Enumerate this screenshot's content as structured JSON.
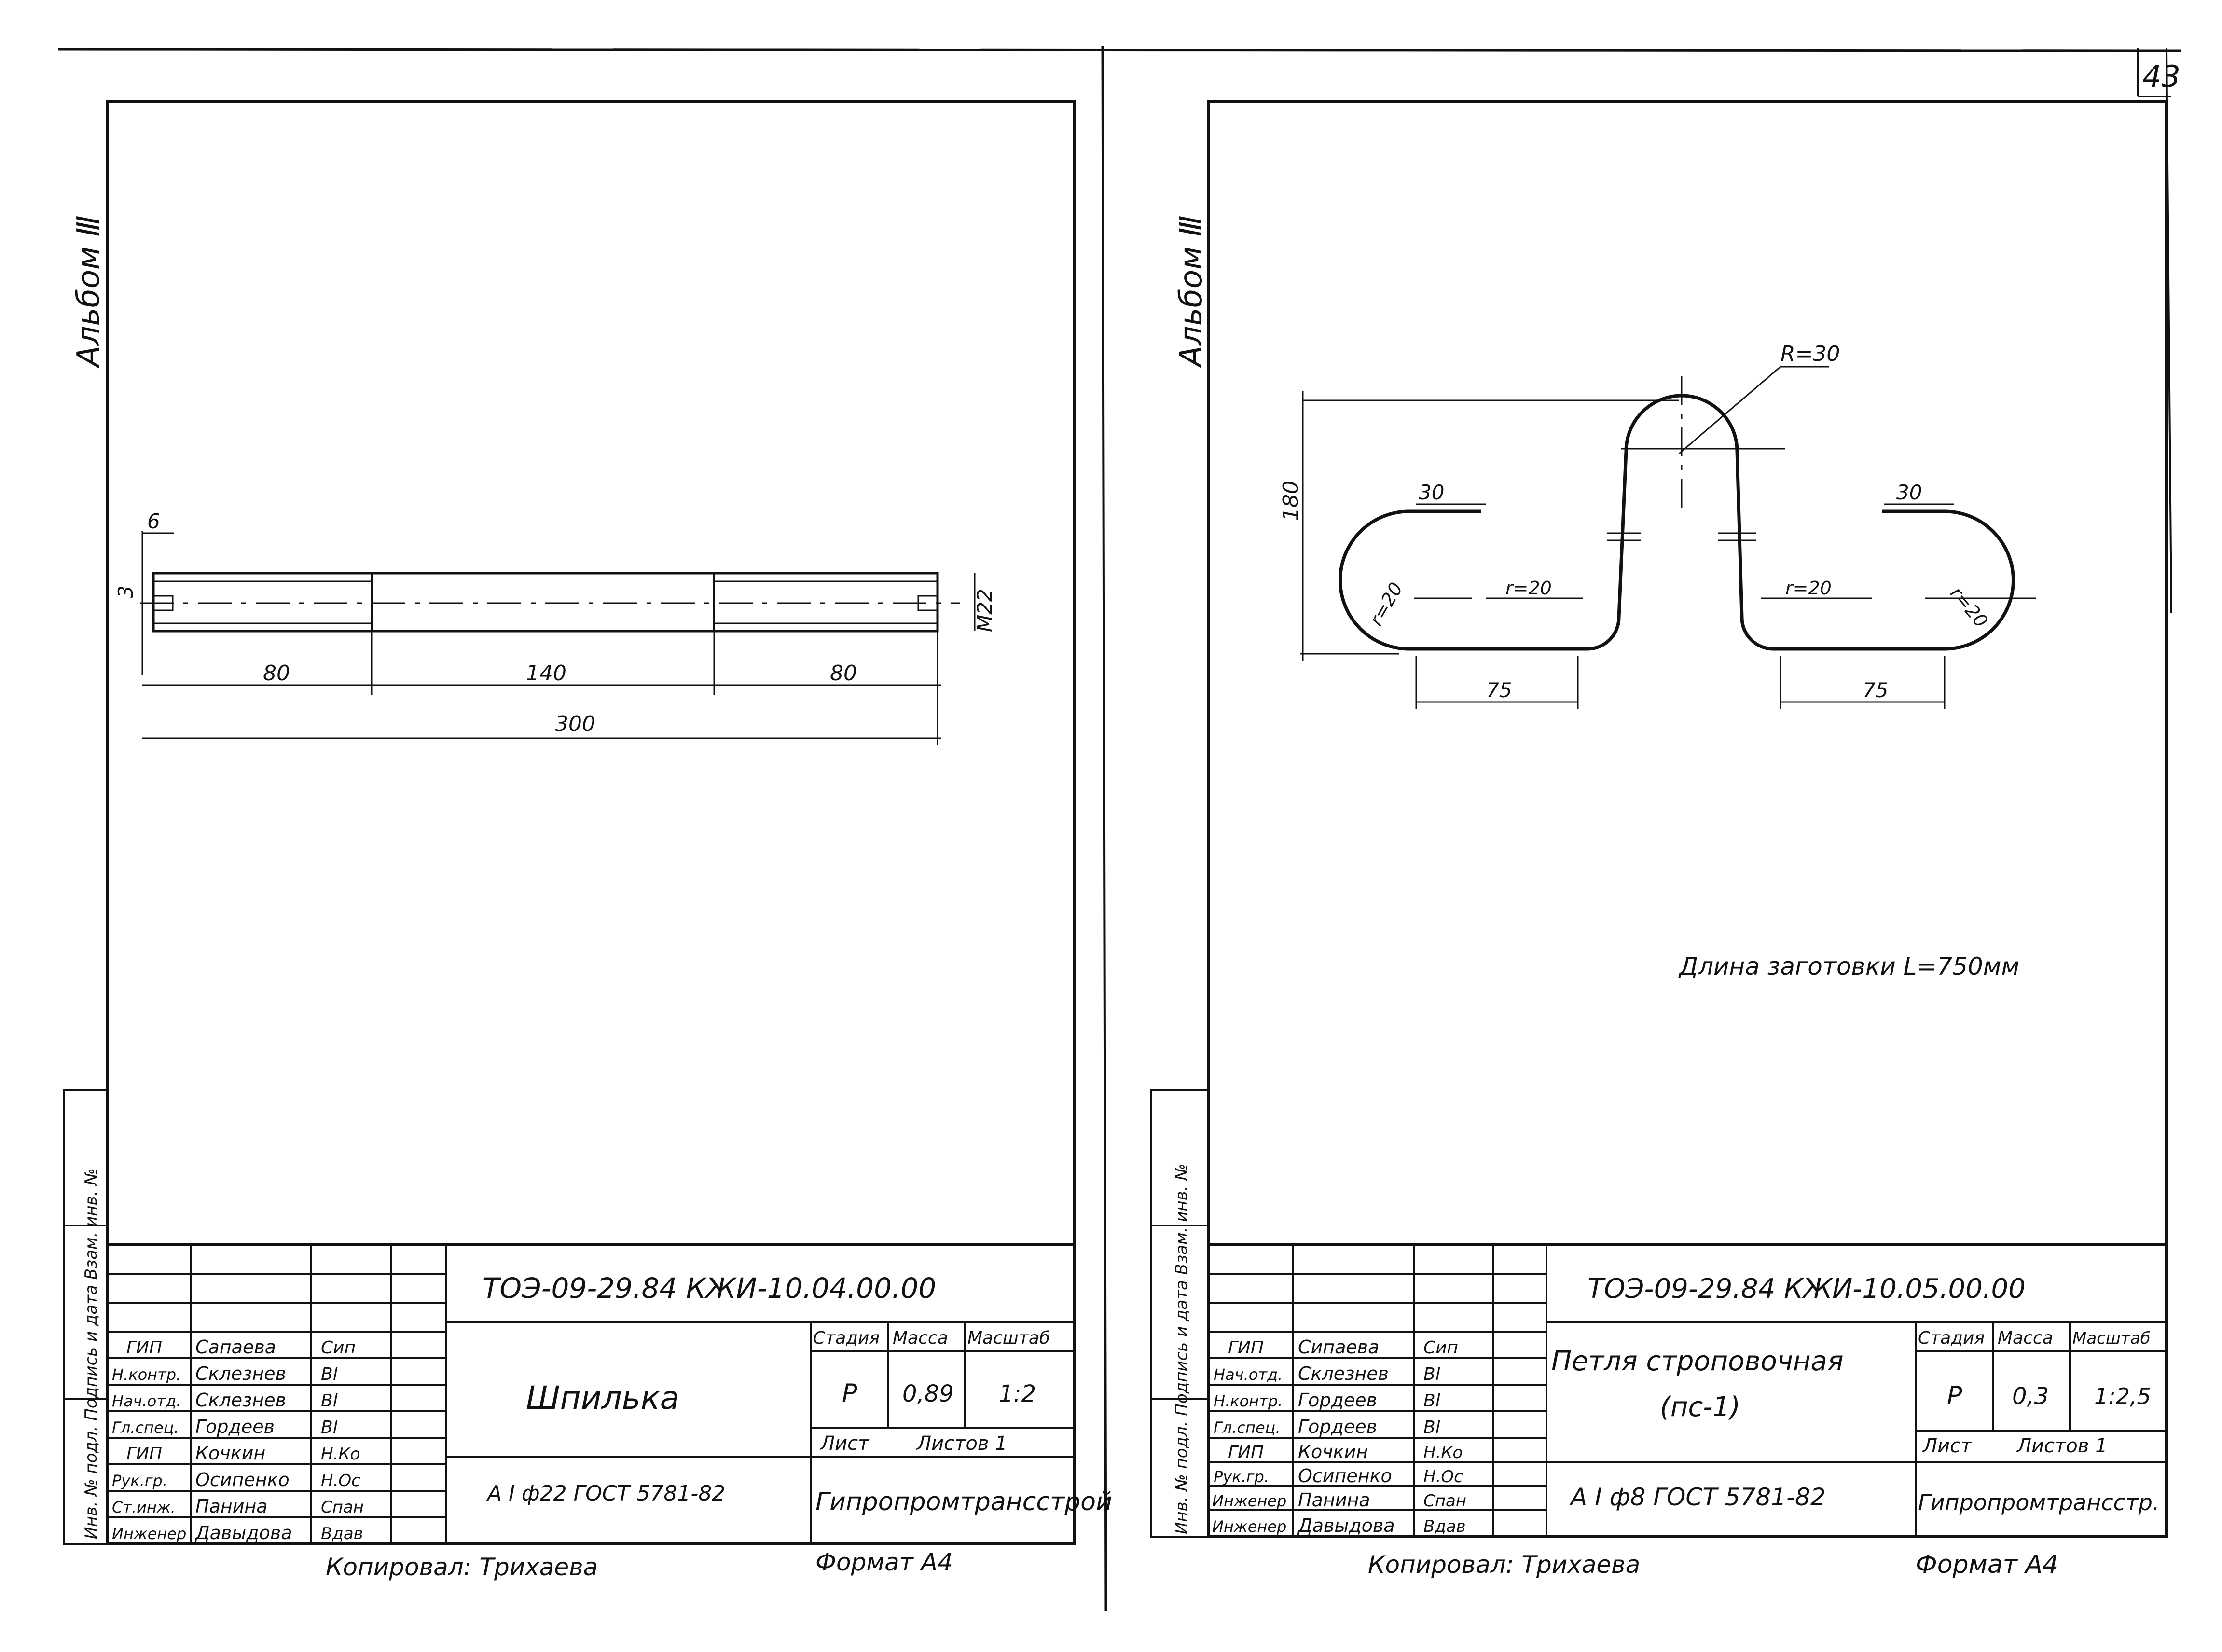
{
  "page_number": "43",
  "left_sheet": {
    "album": "Альбом Ⅲ",
    "side_stamp": "Инв. № подл.  Подпись и дата  Взам. инв. №",
    "drawing": {
      "dim_6": "6",
      "dim_3": "3",
      "dim_m22": "M22",
      "dim_80_left": "80",
      "dim_140": "140",
      "dim_80_right": "80",
      "dim_300": "300"
    },
    "title_block": {
      "code": "ТОЭ-09-29.84  КЖИ-10.04.00.00",
      "name": "Шпилька",
      "material": "А I ф22 ГОСТ 5781-82",
      "organization": "Гипропромтрансстрой",
      "headers": {
        "stage": "Стадия",
        "mass": "Масса",
        "scale": "Масштаб",
        "sheet": "Лист",
        "sheets": "Листов 1"
      },
      "values": {
        "stage": "Р",
        "mass": "0,89",
        "scale": "1:2"
      },
      "signatures": [
        {
          "role": "ГИП",
          "name": "Сапаева",
          "sign": "Сип"
        },
        {
          "role": "Н.контр.",
          "name": "Склезнев",
          "sign": "Bl"
        },
        {
          "role": "Нач.отд.",
          "name": "Склезнев",
          "sign": "Bl"
        },
        {
          "role": "Гл.спец.",
          "name": "Гордеев",
          "sign": "Bl"
        },
        {
          "role": "ГИП",
          "name": "Кочкин",
          "sign": "Н.Ко"
        },
        {
          "role": "Рук.гр.",
          "name": "Осипенко",
          "sign": "Н.Ос"
        },
        {
          "role": "Ст.инж.",
          "name": "Панина",
          "sign": "Спан"
        },
        {
          "role": "Инженер",
          "name": "Давыдова",
          "sign": "Вдав"
        }
      ]
    },
    "copied": "Копировал: Трихаева",
    "format": "Формат А4"
  },
  "right_sheet": {
    "album": "Альбом Ⅲ",
    "side_stamp": "Инв. № подл.  Подпись и дата  Взам. инв. №",
    "drawing": {
      "dim_r30": "R=30",
      "dim_180": "180",
      "dim_30_left": "30",
      "dim_30_right": "30",
      "dim_r20_1": "r=20",
      "dim_r20_2": "r=20",
      "dim_r20_3": "r=20",
      "dim_r20_4": "r=20",
      "dim_75_left": "75",
      "dim_75_right": "75",
      "note": "Длина заготовки  L=750мм"
    },
    "title_block": {
      "code": "ТОЭ-09-29.84  КЖИ-10.05.00.00",
      "name_line1": "Петля строповочная",
      "name_line2": "(пс-1)",
      "material": "А I ф8 ГОСТ 5781-82",
      "organization": "Гипропромтрансстр.",
      "headers": {
        "stage": "Стадия",
        "mass": "Масса",
        "scale": "Масштаб",
        "sheet": "Лист",
        "sheets": "Листов 1"
      },
      "values": {
        "stage": "Р",
        "mass": "0,3",
        "scale": "1:2,5"
      },
      "signatures": [
        {
          "role": "ГИП",
          "name": "Сипаева",
          "sign": "Сип"
        },
        {
          "role": "Нач.отд.",
          "name": "Склезнев",
          "sign": "Bl"
        },
        {
          "role": "Н.контр.",
          "name": "Гордеев",
          "sign": "Bl"
        },
        {
          "role": "Гл.спец.",
          "name": "Гордеев",
          "sign": "Bl"
        },
        {
          "role": "ГИП",
          "name": "Кочкин",
          "sign": "Н.Ко"
        },
        {
          "role": "Рук.гр.",
          "name": "Осипенко",
          "sign": "Н.Ос"
        },
        {
          "role": "Инженер",
          "name": "Панина",
          "sign": "Спан"
        },
        {
          "role": "Инженер",
          "name": "Давыдова",
          "sign": "Вдав"
        }
      ]
    },
    "copied": "Копировал: Трихаева",
    "format": "Формат А4"
  }
}
